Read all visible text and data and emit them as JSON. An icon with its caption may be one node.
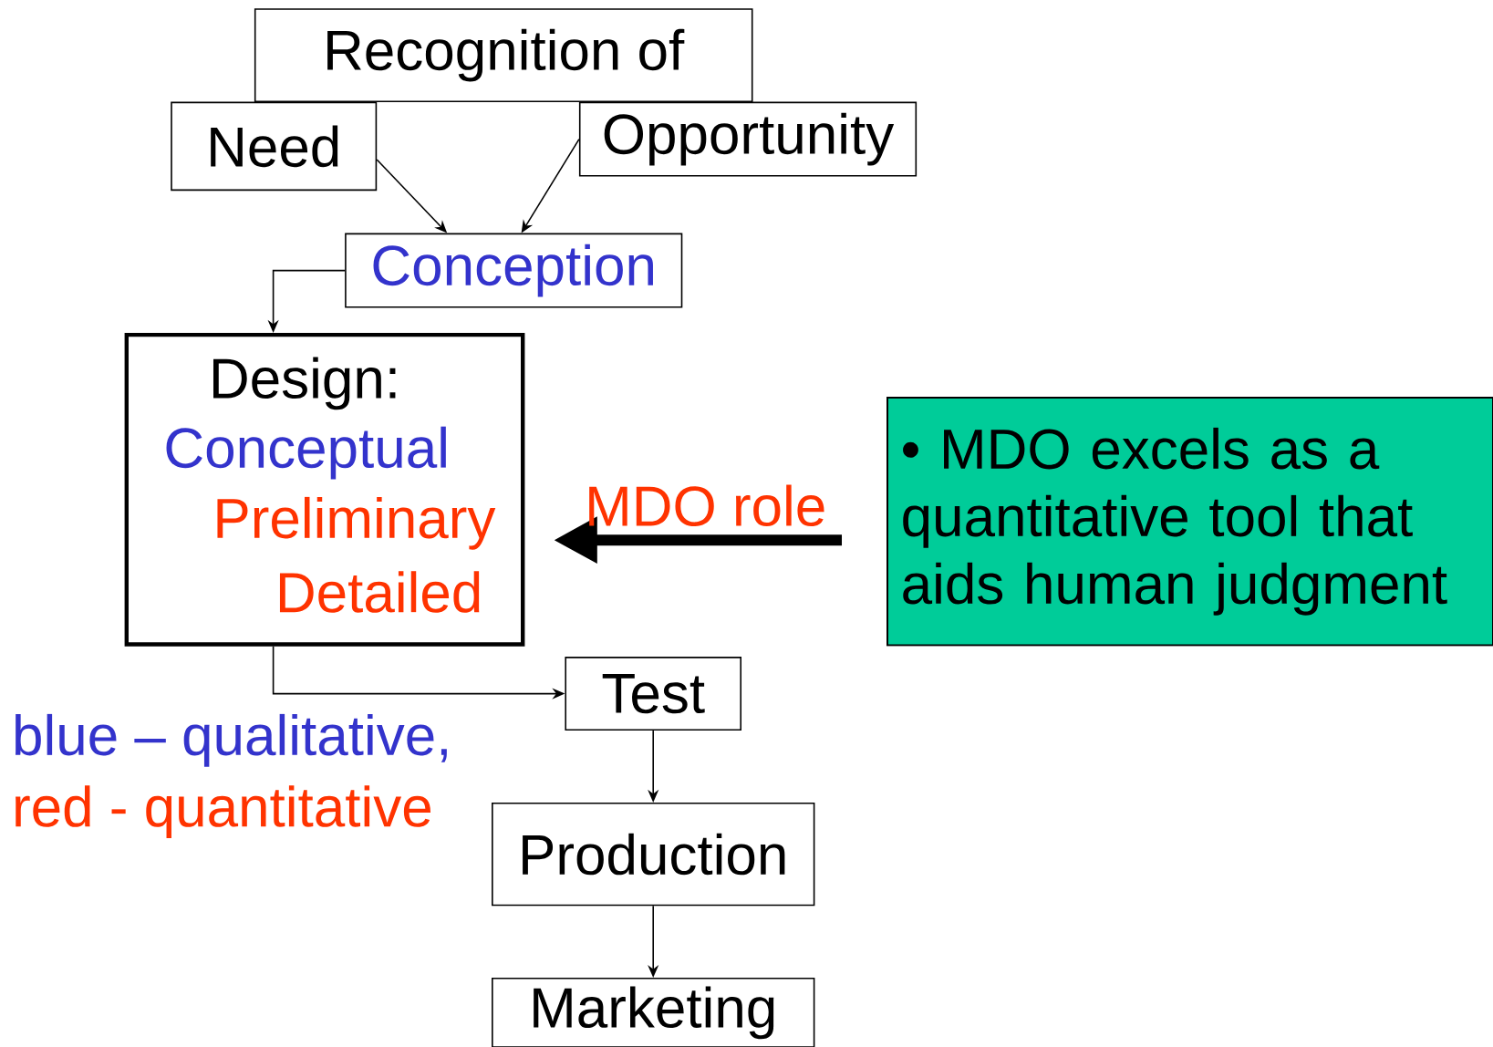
{
  "diagram": {
    "nodes": [
      {
        "text": [
          "Recognition of"
        ]
      },
      {
        "text": [
          "Need"
        ]
      },
      {
        "text": [
          "Opportunity"
        ]
      },
      {
        "text": [
          "Conception"
        ]
      },
      {
        "text": [
          "Design:",
          "Conceptual",
          "Preliminary",
          "Detailed"
        ]
      },
      {
        "text": [
          "Test"
        ]
      },
      {
        "text": [
          "Production"
        ]
      },
      {
        "text": [
          "Marketing"
        ]
      },
      {
        "text": [
          "• MDO excels as a quantitative tool that aids human judgment"
        ]
      }
    ],
    "edges": [
      {
        "from": 1,
        "to": 3,
        "arrow": "to"
      },
      {
        "from": 2,
        "to": 3,
        "arrow": "to"
      },
      {
        "from": 3,
        "to": 4,
        "arrow": "to"
      },
      {
        "from": 4,
        "to": 5,
        "arrow": "to"
      },
      {
        "from": 5,
        "to": 6,
        "arrow": "to"
      },
      {
        "from": 6,
        "to": 7,
        "arrow": "to"
      },
      {
        "from": 8,
        "to": 4,
        "arrow": "to",
        "label": "MDO role",
        "style": "thick"
      }
    ],
    "labels": [
      "blue – qualitative,",
      "red - quantitative"
    ]
  }
}
